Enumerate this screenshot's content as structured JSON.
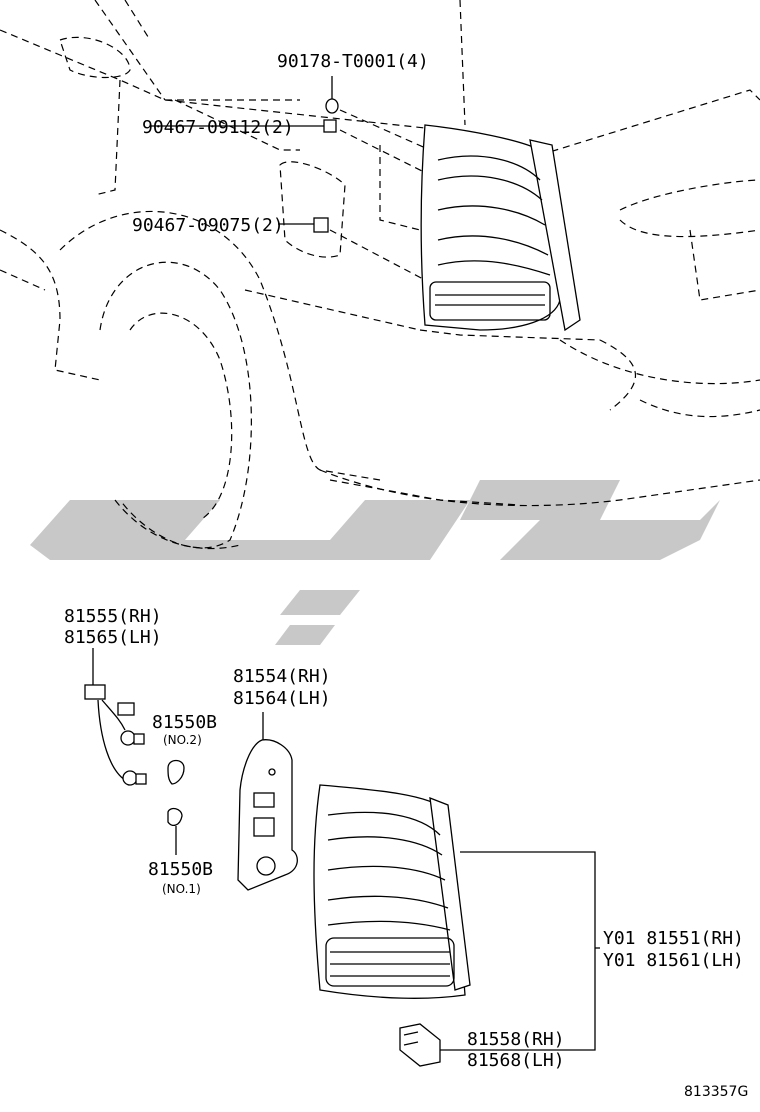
{
  "callouts": {
    "clip_90178": "90178-T0001(4)",
    "clip_90467_a": "90467-09112(2)",
    "clip_90467_b": "90467-09075(2)",
    "socket_rh": "81555(RH)",
    "socket_lh": "81565(LH)",
    "gasket_rh": "81554(RH)",
    "gasket_lh": "81564(LH)",
    "bulb_top": "81550B",
    "bulb_top_note": "(NO.2)",
    "bulb_bottom": "81550B",
    "bulb_bottom_note": "(NO.1)",
    "lamp_rh": "Y01  81551(RH)",
    "lamp_lh": "Y01  81561(LH)",
    "bracket_rh": "81558(RH)",
    "bracket_lh": "81568(LH)"
  },
  "diagram_ref": "813357G",
  "colors": {
    "line": "#000000",
    "watermark": "#c8c8c8",
    "background": "#ffffff"
  }
}
